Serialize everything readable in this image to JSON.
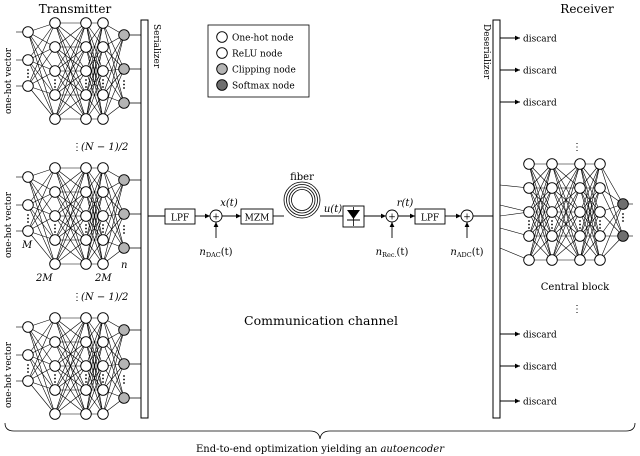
{
  "labels": {
    "transmitter": "Transmitter",
    "receiver": "Receiver",
    "serializer": "Serializer",
    "deserializer": "Deserializer",
    "one_hot_vector": "one-hot vector",
    "n_minus_1_half": "(N − 1)/2",
    "m": "M",
    "two_m": "2M",
    "n": "n",
    "lpf": "LPF",
    "mzm": "MZM",
    "fiber": "fiber",
    "x_t": "x(t)",
    "u_t": "u(t)",
    "r_t": "r(t)",
    "n_dac": "n",
    "n_dac_sub": "DAC",
    "n_rec": "n",
    "n_rec_sub": "Rec.",
    "n_adc": "n",
    "n_adc_sub": "ADC",
    "t_suffix": "(t)",
    "discard": "discard",
    "central_block": "Central block",
    "communication_channel": "Communication channel",
    "caption_prefix": "End-to-end optimization yielding an ",
    "caption_em": "autoencoder",
    "dots": "⋮",
    "plus": "+"
  },
  "legend": {
    "items": [
      {
        "label": "One-hot node",
        "color": "#ffffff"
      },
      {
        "label": "ReLU node",
        "color": "#ffffff"
      },
      {
        "label": "Clipping node",
        "color": "#b4b4b4"
      },
      {
        "label": "Softmax node",
        "color": "#6e6e6e"
      }
    ]
  },
  "colors": {
    "clipping": "#b4b4b4",
    "softmax": "#6e6e6e",
    "stroke": "#000000"
  },
  "icons": [
    "photodiode-icon",
    "fiber-coil-icon",
    "adder-icon"
  ]
}
